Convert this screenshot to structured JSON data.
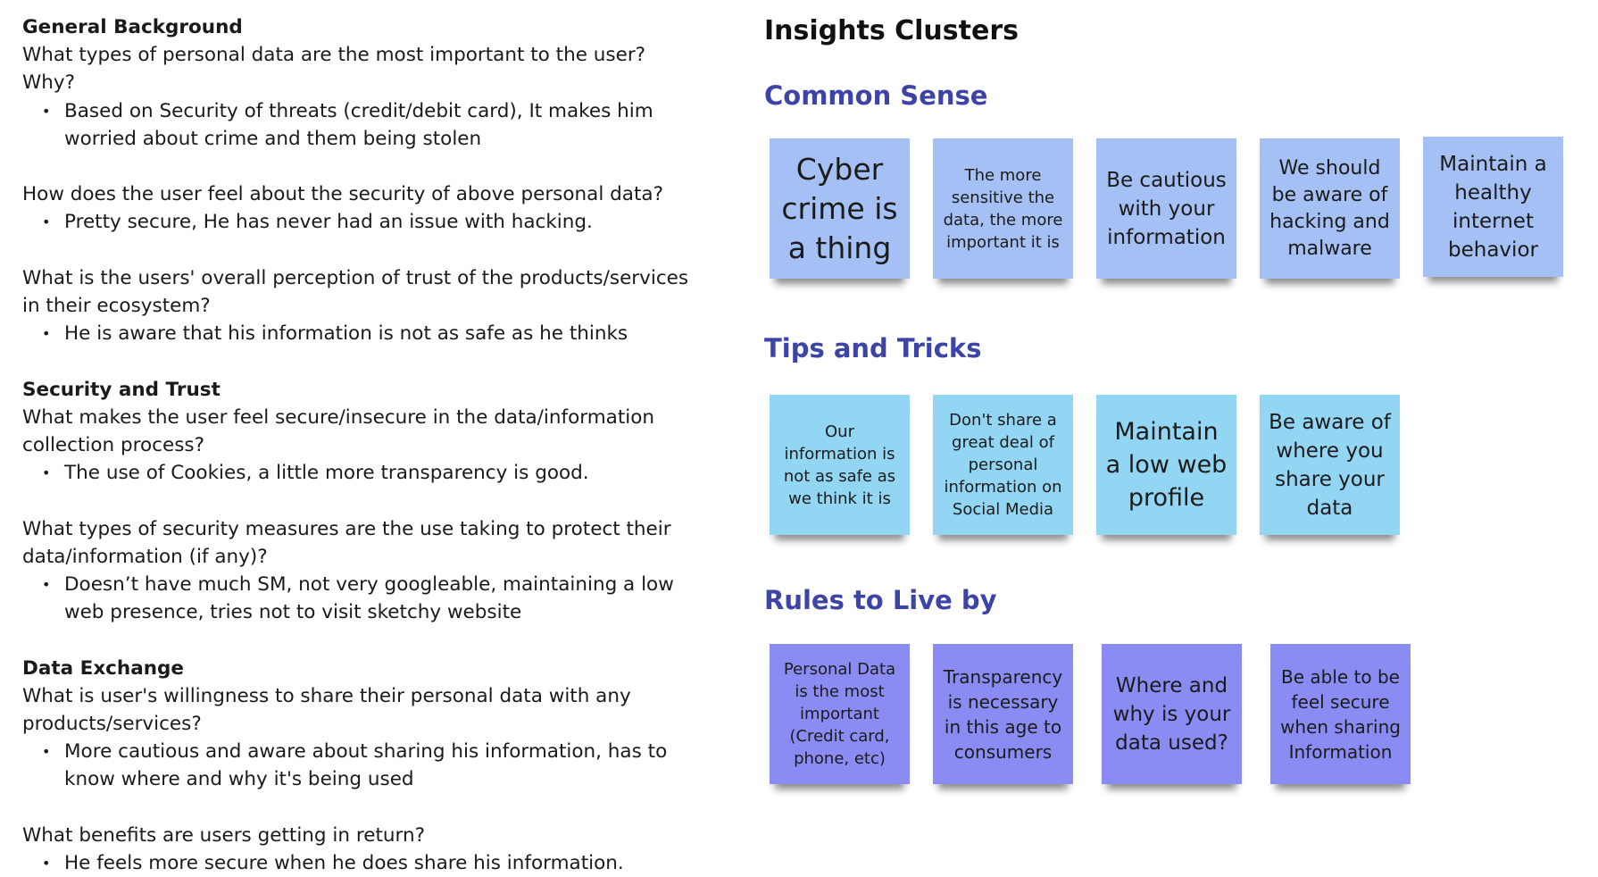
{
  "notes": {
    "sections": [
      {
        "title": "General Background",
        "items": [
          {
            "q": "What types of personal data are the most important to the user? Why?",
            "a": "Based on Security of threats (credit/debit card), It makes him worried about crime and them being stolen"
          },
          {
            "q": "How does the user feel about the security of above personal data?",
            "a": "Pretty secure, He has never had an issue with hacking."
          },
          {
            "q": "What is the users' overall perception of trust of the products/services in their ecosystem?",
            "a": "He is aware that his information is not as safe as he thinks"
          }
        ]
      },
      {
        "title": "Security and Trust",
        "items": [
          {
            "q": "What makes the user feel secure/insecure in the data/information collection process?",
            "a": "The use of Cookies, a little more transparency is good."
          },
          {
            "q": "What types of security measures are the use taking to protect their data/information (if any)?",
            "a": "Doesn’t have much SM, not very googleable, maintaining a low web presence, tries not to visit sketchy website"
          }
        ]
      },
      {
        "title": "Data Exchange",
        "items": [
          {
            "q": "What is user's willingness to share their personal data with any products/services?",
            "a": "More cautious and aware about sharing his information, has to know where and why it's being used"
          },
          {
            "q": "What benefits are users getting in return?",
            "a": "He feels more secure when he does share his information."
          }
        ]
      }
    ]
  },
  "insights": {
    "title": "Insights Clusters",
    "clusters": [
      {
        "title": "Common Sense",
        "color": "#a5c0f4",
        "stickies": [
          "Cyber crime is a thing",
          "The more sensitive the data, the more important it is",
          "Be cautious with your information",
          "We should be aware of hacking and malware",
          "Maintain a healthy internet behavior"
        ]
      },
      {
        "title": "Tips and Tricks",
        "color": "#92d6f3",
        "stickies": [
          "Our information is not as safe as we think it is",
          "Don't share a great deal of personal information on Social Media",
          "Maintain a low web profile",
          "Be aware of where you share your data"
        ]
      },
      {
        "title": "Rules to Live by",
        "color": "#8a8cf3",
        "stickies": [
          "Personal Data is the most important (Credit card, phone, etc)",
          "Transparency is necessary in this age to consumers",
          "Where and why is your data used?",
          "Be able to be feel secure when sharing Information"
        ]
      }
    ]
  }
}
